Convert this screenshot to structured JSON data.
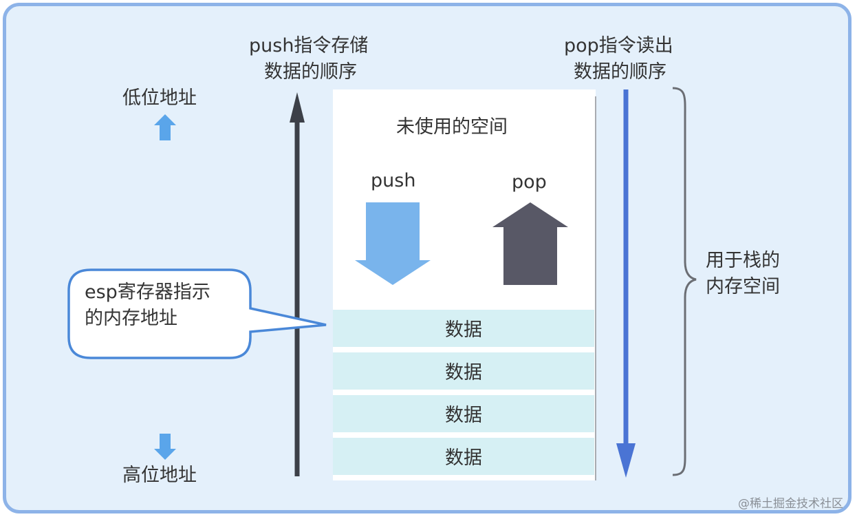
{
  "labels": {
    "push_order": [
      "push指令存储",
      "数据的顺序"
    ],
    "pop_order": [
      "pop指令读出",
      "数据的顺序"
    ],
    "low_address": "低位地址",
    "high_address": "高位地址",
    "unused_space": "未使用的空间",
    "push": "push",
    "pop": "pop",
    "stack_memory": [
      "用于栈的",
      "内存空间"
    ],
    "esp_callout": [
      "esp寄存器指示",
      "的内存地址"
    ]
  },
  "stack": {
    "cells": [
      "数据",
      "数据",
      "数据",
      "数据"
    ]
  },
  "colors": {
    "frame_border": "#8db3e8",
    "frame_fill": "#e4f0fb",
    "memory_fill": "#ffffff",
    "data_cell": "#d6f0f4",
    "push_arrow": "#79b4ec",
    "pop_arrow": "#585866",
    "order_arrow_dark": "#3c4048",
    "order_arrow_blue": "#4a74d4",
    "callout_border": "#4a88d8"
  },
  "icons": {
    "low_address_arrow": "arrow-up-icon",
    "high_address_arrow": "arrow-down-icon",
    "push_arrow": "arrow-down-icon",
    "pop_arrow": "arrow-up-icon",
    "stack_brace": "right-brace-icon"
  },
  "watermark": "@稀土掘金技术社区"
}
